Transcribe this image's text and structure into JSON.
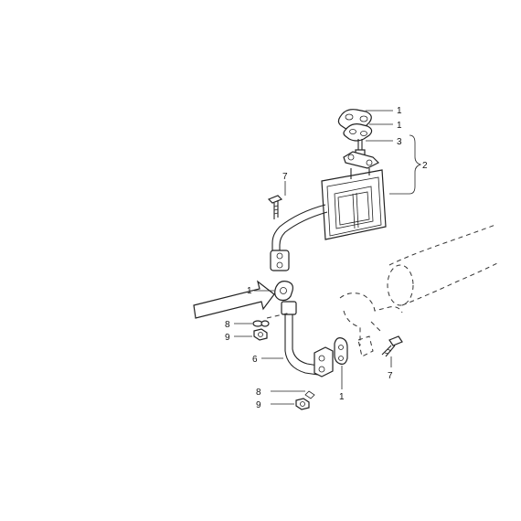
{
  "labels": {
    "gasket_top": "1",
    "gasket_second": "1",
    "stud": "3",
    "heater_group": "2",
    "bolt_upper": "7",
    "gasket_arrow": "1",
    "washer_upper": "8",
    "nut_upper": "9",
    "pipe": "6",
    "gasket_lower": "1",
    "bolt_lower": "7",
    "washer_lower": "8",
    "nut_lower": "9"
  },
  "icons": {
    "pointer": "arrow-icon"
  }
}
